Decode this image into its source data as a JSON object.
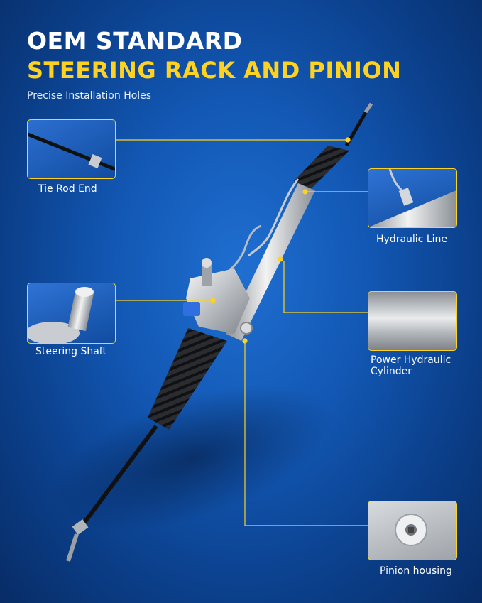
{
  "header": {
    "title_line1": "OEM STANDARD",
    "title_line2": "STEERING RACK AND PINION",
    "subtitle": "Precise Installation Holes"
  },
  "callouts": {
    "tie_rod_end": "Tie Rod End",
    "hydraulic_line": "Hydraulic Line",
    "steering_shaft": "Steering Shaft",
    "power_cylinder_line1": "Power Hydraulic",
    "power_cylinder_line2": "Cylinder",
    "pinion_housing": "Pinion housing"
  },
  "colors": {
    "accent": "#ffd21f",
    "background": "#1257b3",
    "text": "#ffffff"
  }
}
